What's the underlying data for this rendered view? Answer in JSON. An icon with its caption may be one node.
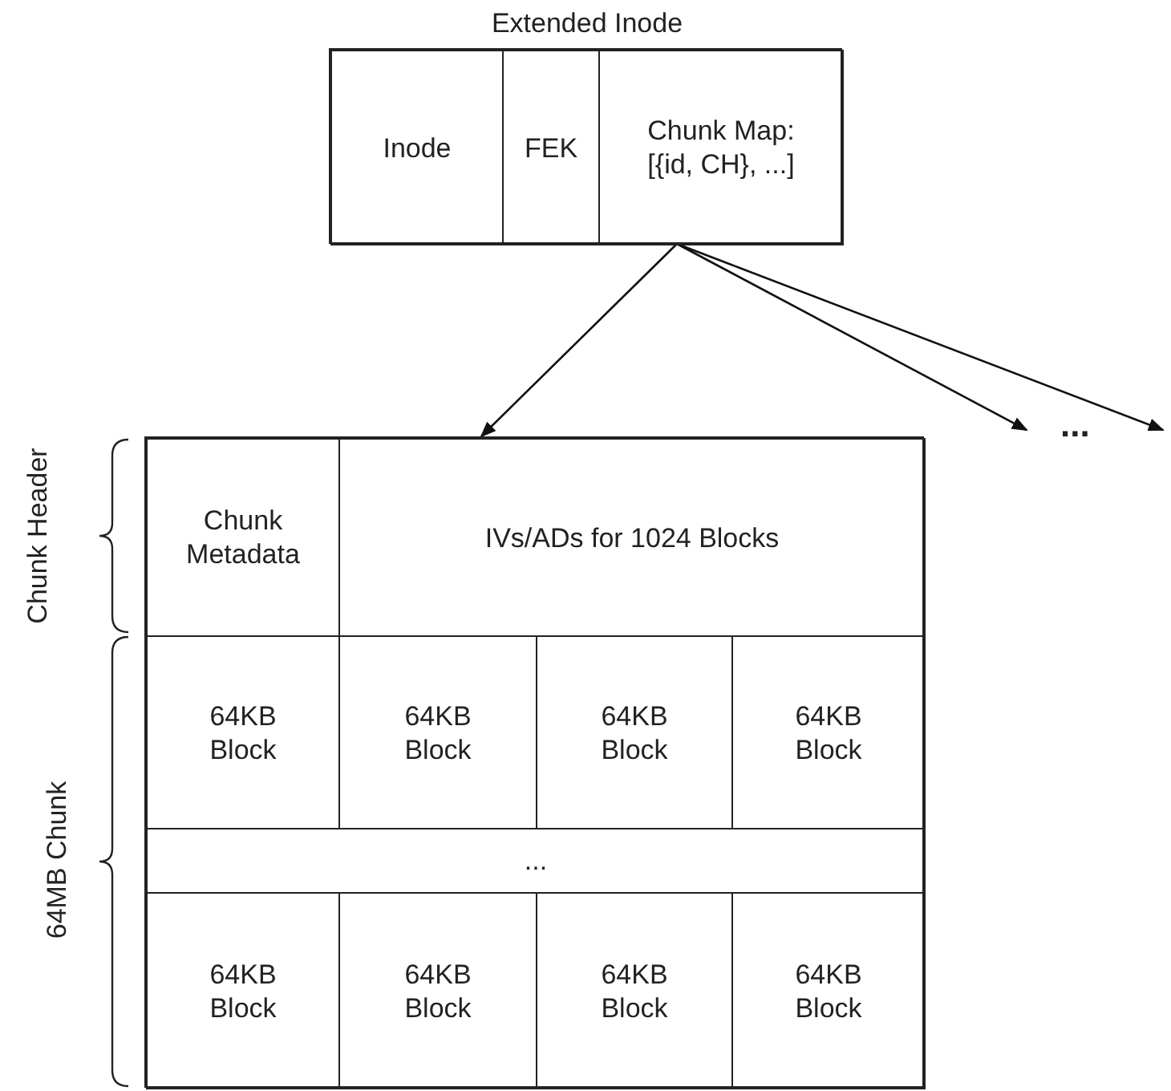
{
  "diagram": {
    "nodes": [
      {
        "text": [
          "Extended Inode"
        ]
      },
      {
        "text": [
          "Inode"
        ],
        "in": 0
      },
      {
        "text": [
          "FEK"
        ],
        "in": 0
      },
      {
        "text": [
          "Chunk Map: [{id, CH}, ...]"
        ],
        "in": 0
      },
      {
        "text": [],
        "shape": "box"
      },
      {
        "text": [
          "Chunk Metadata"
        ],
        "in": 4
      },
      {
        "text": [
          "IVs/ADs for 1024 Blocks"
        ],
        "in": 4
      },
      {
        "text": [
          "64KB Block"
        ],
        "in": 4
      },
      {
        "text": [
          "64KB Block"
        ],
        "in": 4
      },
      {
        "text": [
          "64KB Block"
        ],
        "in": 4
      },
      {
        "text": [
          "64KB Block"
        ],
        "in": 4
      },
      {
        "text": [
          "..."
        ],
        "in": 4
      },
      {
        "text": [
          "64KB Block"
        ],
        "in": 4
      },
      {
        "text": [
          "64KB Block"
        ],
        "in": 4
      },
      {
        "text": [
          "64KB Block"
        ],
        "in": 4
      },
      {
        "text": [
          "64KB Block"
        ],
        "in": 4
      }
    ],
    "edges": [
      {
        "from": 3,
        "to": 4,
        "arrow": "to"
      },
      {
        "from": 3,
        "to": null,
        "arrow": "to"
      },
      {
        "from": 3,
        "to": null,
        "arrow": "to"
      }
    ],
    "labels": [
      "Chunk Header",
      "64MB Chunk",
      "..."
    ]
  }
}
